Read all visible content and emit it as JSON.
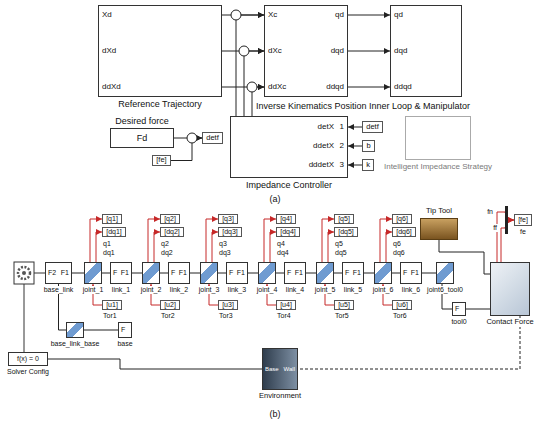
{
  "diagram": {
    "nodes": [
      {
        "text": [
          "Xd",
          "dXd",
          "ddXd",
          "Reference Trajectory"
        ]
      },
      {
        "text": [
          "Xc",
          "dXc",
          "ddXc",
          "qd",
          "dqd",
          "ddqd"
        ]
      },
      {
        "text": [
          "qd",
          "dqd",
          "ddqd"
        ]
      },
      {
        "text": [
          "Desired force",
          "Fd"
        ]
      },
      {
        "text": [
          "[fe]"
        ]
      },
      {
        "text": [
          "detf"
        ]
      },
      {
        "text": [
          "detX",
          "1",
          "ddetX",
          "2",
          "dddetX",
          "3",
          "Impedance Controller"
        ]
      },
      {
        "text": [
          "detf"
        ]
      },
      {
        "text": [
          "b"
        ]
      },
      {
        "text": [
          "k"
        ]
      },
      {
        "text": [
          "Intelligent Impedance Strategy"
        ]
      },
      {
        "text": [
          "f(x) = 0",
          "Solver Config"
        ]
      },
      {
        "text": [
          "F2",
          "F1",
          "base_link"
        ]
      },
      {
        "text": [
          "joint_1"
        ]
      },
      {
        "text": [
          "F",
          "F1",
          "link_1"
        ]
      },
      {
        "text": [
          "joint_2"
        ]
      },
      {
        "text": [
          "F",
          "F1",
          "link_2"
        ]
      },
      {
        "text": [
          "joint_3"
        ]
      },
      {
        "text": [
          "F",
          "F1",
          "link_3"
        ]
      },
      {
        "text": [
          "joint_4"
        ]
      },
      {
        "text": [
          "F",
          "F1",
          "link_4"
        ]
      },
      {
        "text": [
          "joint_5"
        ]
      },
      {
        "text": [
          "F",
          "F1",
          "link_5"
        ]
      },
      {
        "text": [
          "joint_6"
        ]
      },
      {
        "text": [
          "F",
          "F1",
          "link_6"
        ]
      },
      {
        "text": [
          "joint6_tool0"
        ]
      },
      {
        "text": [
          "F",
          "tool0"
        ]
      },
      {
        "text": [
          "Tip Tool"
        ]
      },
      {
        "text": [
          "Contact Force"
        ]
      },
      {
        "text": [
          "[fe]",
          "fe"
        ]
      },
      {
        "text": [
          "base_link_base"
        ]
      },
      {
        "text": [
          "F",
          "base"
        ]
      },
      {
        "text": [
          "Base",
          "Wall",
          "Environment"
        ]
      },
      {
        "text": [
          "[q1]"
        ]
      },
      {
        "text": [
          "[dq1]"
        ]
      },
      {
        "text": [
          "[q2]"
        ]
      },
      {
        "text": [
          "[dq2]"
        ]
      },
      {
        "text": [
          "[q3]"
        ]
      },
      {
        "text": [
          "[dq3]"
        ]
      },
      {
        "text": [
          "[q4]"
        ]
      },
      {
        "text": [
          "[dq4]"
        ]
      },
      {
        "text": [
          "[q5]"
        ]
      },
      {
        "text": [
          "[dq5]"
        ]
      },
      {
        "text": [
          "[q6]"
        ]
      },
      {
        "text": [
          "[dq6]"
        ]
      },
      {
        "text": [
          "[u1]"
        ]
      },
      {
        "text": [
          "[u2]"
        ]
      },
      {
        "text": [
          "[u3]"
        ]
      },
      {
        "text": [
          "[u4]"
        ]
      },
      {
        "text": [
          "[u5]"
        ]
      },
      {
        "text": [
          "[u6]"
        ]
      }
    ],
    "edges": [
      {
        "from": 0,
        "to": 1,
        "arrow": "to"
      },
      {
        "from": 0,
        "to": 1,
        "arrow": "to"
      },
      {
        "from": 0,
        "to": 1,
        "arrow": "to"
      },
      {
        "from": 6,
        "to": 1,
        "arrow": "to"
      },
      {
        "from": 6,
        "to": 1,
        "arrow": "to"
      },
      {
        "from": 6,
        "to": 1,
        "arrow": "to"
      },
      {
        "from": 1,
        "to": 2,
        "arrow": "to"
      },
      {
        "from": 1,
        "to": 2,
        "arrow": "to"
      },
      {
        "from": 1,
        "to": 2,
        "arrow": "to"
      },
      {
        "from": 3,
        "to": 5,
        "arrow": "to"
      },
      {
        "from": 4,
        "to": 5,
        "arrow": "to"
      },
      {
        "from": 7,
        "to": 6,
        "arrow": "to"
      },
      {
        "from": 8,
        "to": 6,
        "arrow": "to"
      },
      {
        "from": 9,
        "to": 6,
        "arrow": "to"
      },
      {
        "from": 12,
        "to": 13,
        "arrow": "none"
      },
      {
        "from": 13,
        "to": 14,
        "arrow": "none"
      },
      {
        "from": 14,
        "to": 15,
        "arrow": "none"
      },
      {
        "from": 15,
        "to": 16,
        "arrow": "none"
      },
      {
        "from": 16,
        "to": 17,
        "arrow": "none"
      },
      {
        "from": 17,
        "to": 18,
        "arrow": "none"
      },
      {
        "from": 18,
        "to": 19,
        "arrow": "none"
      },
      {
        "from": 19,
        "to": 20,
        "arrow": "none"
      },
      {
        "from": 20,
        "to": 21,
        "arrow": "none"
      },
      {
        "from": 21,
        "to": 22,
        "arrow": "none"
      },
      {
        "from": 22,
        "to": 23,
        "arrow": "none"
      },
      {
        "from": 23,
        "to": 24,
        "arrow": "none"
      },
      {
        "from": 24,
        "to": 25,
        "arrow": "none"
      },
      {
        "from": 25,
        "to": 26,
        "arrow": "none"
      },
      {
        "from": 12,
        "to": 30,
        "arrow": "none"
      },
      {
        "from": 30,
        "to": 31,
        "arrow": "none"
      },
      {
        "from": 13,
        "to": 33,
        "arrow": "to"
      },
      {
        "from": 13,
        "to": 34,
        "arrow": "to"
      },
      {
        "from": 15,
        "to": 35,
        "arrow": "to"
      },
      {
        "from": 15,
        "to": 36,
        "arrow": "to"
      },
      {
        "from": 17,
        "to": 37,
        "arrow": "to"
      },
      {
        "from": 17,
        "to": 38,
        "arrow": "to"
      },
      {
        "from": 19,
        "to": 39,
        "arrow": "to"
      },
      {
        "from": 19,
        "to": 40,
        "arrow": "to"
      },
      {
        "from": 21,
        "to": 41,
        "arrow": "to"
      },
      {
        "from": 21,
        "to": 42,
        "arrow": "to"
      },
      {
        "from": 23,
        "to": 43,
        "arrow": "to"
      },
      {
        "from": 23,
        "to": 44,
        "arrow": "to"
      },
      {
        "from": 45,
        "to": 13,
        "arrow": "to"
      },
      {
        "from": 46,
        "to": 15,
        "arrow": "to"
      },
      {
        "from": 47,
        "to": 17,
        "arrow": "to"
      },
      {
        "from": 48,
        "to": 19,
        "arrow": "to"
      },
      {
        "from": 49,
        "to": 21,
        "arrow": "to"
      },
      {
        "from": 50,
        "to": 23,
        "arrow": "to"
      },
      {
        "from": 27,
        "to": 28,
        "arrow": "none"
      },
      {
        "from": 26,
        "to": 28,
        "arrow": "none"
      },
      {
        "from": 28,
        "to": 29,
        "arrow": "to",
        "label": "fn"
      },
      {
        "from": 28,
        "to": 29,
        "arrow": "to",
        "label": "ff"
      },
      {
        "from": 11,
        "to": 32,
        "arrow": "none"
      },
      {
        "from": 28,
        "to": 32,
        "arrow": "none"
      }
    ],
    "labels": [
      "Inverse Kinematics Position Inner Loop & Manipulator",
      "(a)",
      "q1",
      "dq1",
      "q2",
      "dq2",
      "q3",
      "dq3",
      "q4",
      "dq4",
      "q5",
      "dq5",
      "q6",
      "dq6",
      "Tor1",
      "Tor2",
      "Tor3",
      "Tor4",
      "Tor5",
      "Tor6",
      "(b)"
    ]
  }
}
